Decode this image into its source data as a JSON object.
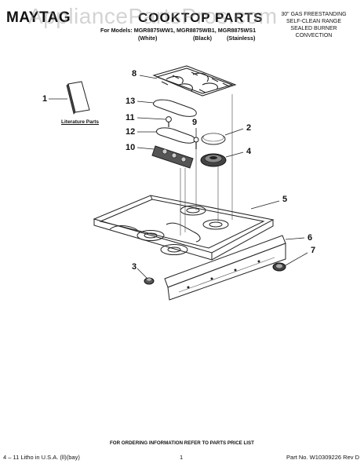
{
  "header": {
    "brand": "MAYTAG",
    "title": "COOKTOP PARTS",
    "models_line": "For Models: MGR8875WW1, MGR8875WB1, MGR8875WS1",
    "colors": [
      "(White)",
      "(Black)",
      "(Stainless)"
    ],
    "right_block": [
      "30\" GAS FREESTANDING",
      "SELF-CLEAN RANGE",
      "SEALED BURNER",
      "CONVECTION"
    ]
  },
  "watermark": "AppliancePartsPros.com",
  "literature_label": "Literature Parts",
  "callouts": [
    "1",
    "2",
    "3",
    "4",
    "5",
    "6",
    "7",
    "8",
    "9",
    "10",
    "11",
    "12",
    "13"
  ],
  "footer": {
    "ordering_note": "FOR ORDERING INFORMATION REFER TO PARTS PRICE LIST",
    "left": "4 – 11 Litho in U.S.A. (ll)(bay)",
    "page": "1",
    "part_no": "Part No. W10309226 Rev D"
  }
}
